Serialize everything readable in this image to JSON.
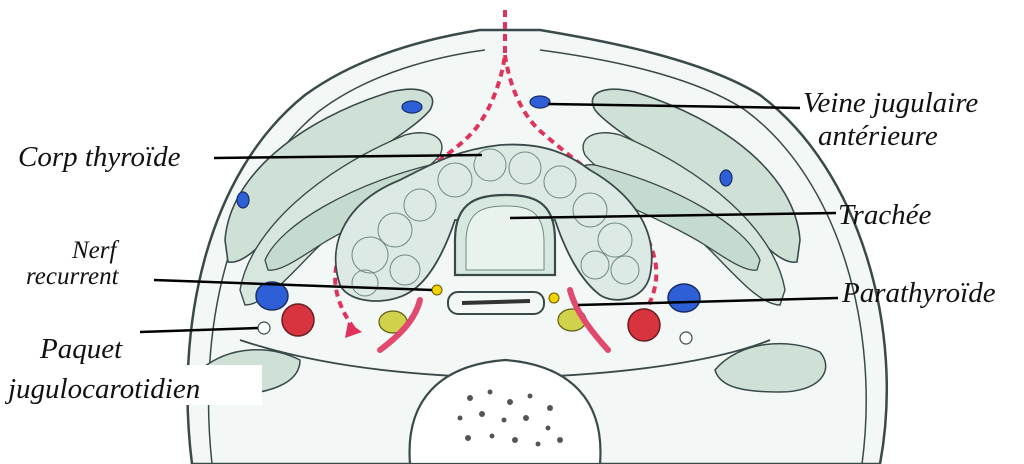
{
  "labels": {
    "veine_line1": "Veine jugulaire",
    "veine_line2": "antérieure",
    "corp": "Corp thyroïde",
    "trachee": "Trachée",
    "nerf_line1": "Nerf",
    "nerf_line2": "recurrent",
    "parathyroide": "Parathyroïde",
    "paquet_line1": "Paquet",
    "paquet_line2": "jugulocarotidien"
  },
  "colors": {
    "outline": "#3a4a4a",
    "tissue_fill": "#eef4f1",
    "muscle_fill": "#cfe1d7",
    "thyroid_fill": "#dde9e4",
    "trachea_fill": "#d6e8df",
    "midline_red": "#e0335c",
    "vein_blue": "#2e5fd6",
    "artery_red": "#d8343f",
    "parathyroid_yellow": "#f2d400",
    "nerve_pink": "#e14a6e",
    "gland_olive": "#cfd24a"
  }
}
